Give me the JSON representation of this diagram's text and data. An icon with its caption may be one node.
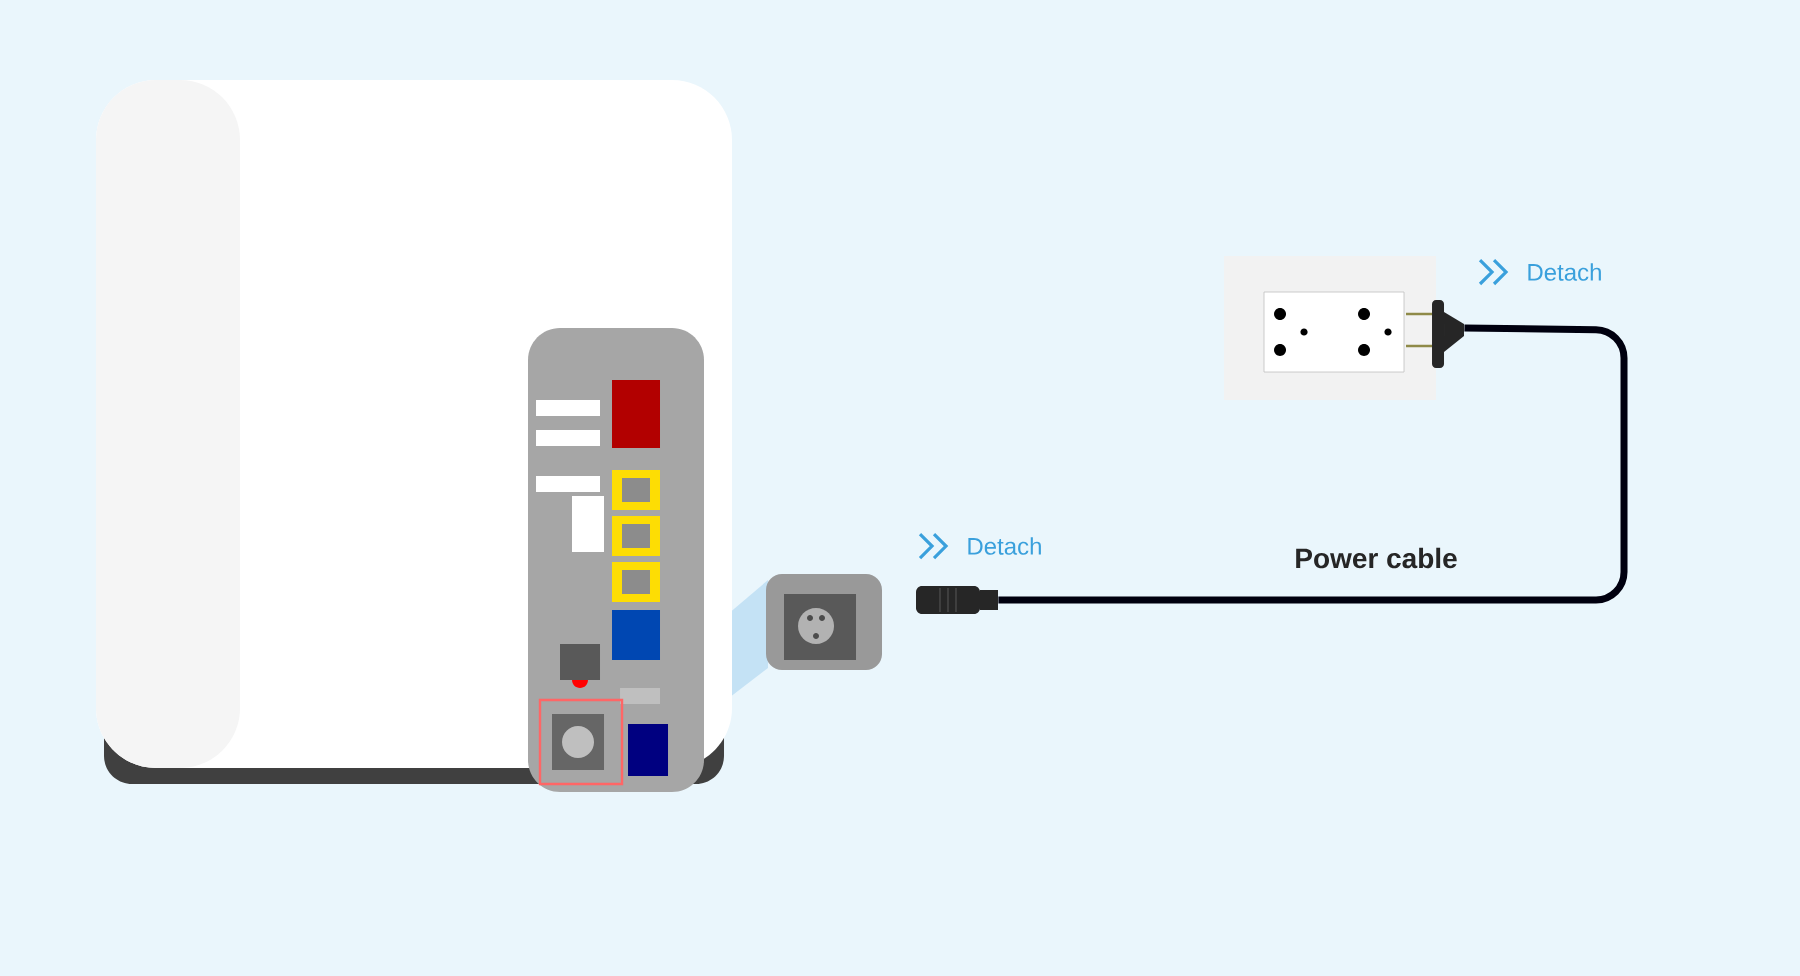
{
  "diagram": {
    "nodes": [
      {
        "text": [],
        "shape": "picture"
      },
      {
        "text": [],
        "shape": "picture"
      },
      {
        "text": [],
        "shape": "picture",
        "beside": [
          "Detach"
        ]
      },
      {
        "text": [],
        "shape": "picture",
        "beside": [
          "Detach"
        ]
      }
    ],
    "edges": [
      {
        "from": 2,
        "to": 3,
        "arrow": "none",
        "label": "Power cable"
      }
    ]
  }
}
